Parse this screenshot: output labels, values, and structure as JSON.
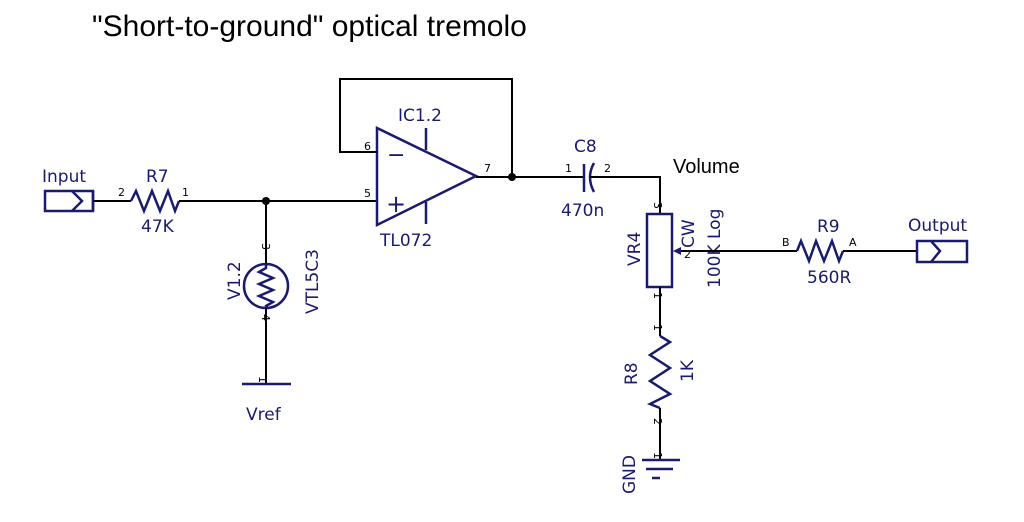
{
  "title": "\"Short-to-ground\" optical tremolo",
  "colors": {
    "wire": "#000000",
    "component": "#1a1a6e",
    "background": "#ffffff"
  },
  "ports": {
    "input": {
      "label": "Input"
    },
    "output": {
      "label": "Output"
    }
  },
  "components": {
    "r7": {
      "ref": "R7",
      "value": "47K",
      "pin_left": "2",
      "pin_right": "1"
    },
    "v12": {
      "ref": "V1.2",
      "value": "VTL5C3",
      "pin_top": "3",
      "pin_bottom": "4"
    },
    "vref": {
      "label": "Vref",
      "pin": "1"
    },
    "ic12": {
      "ref": "IC1.2",
      "value": "TL072",
      "pin_inv": "6",
      "pin_noninv": "5",
      "pin_out": "7",
      "minus": "−",
      "plus": "+"
    },
    "c8": {
      "ref": "C8",
      "value": "470n",
      "pin_left": "1",
      "pin_right": "2"
    },
    "vr4": {
      "ref": "VR4",
      "value": "100K Log",
      "cw": "CW",
      "title": "Volume",
      "pin_top": "3",
      "pin_wiper": "2",
      "pin_bottom": "1"
    },
    "r8": {
      "ref": "R8",
      "value": "1K",
      "pin_top": "1",
      "pin_bottom": "2"
    },
    "gnd": {
      "label": "GND",
      "pin": "1"
    },
    "r9": {
      "ref": "R9",
      "value": "560R",
      "pin_left": "B",
      "pin_right": "A"
    }
  }
}
